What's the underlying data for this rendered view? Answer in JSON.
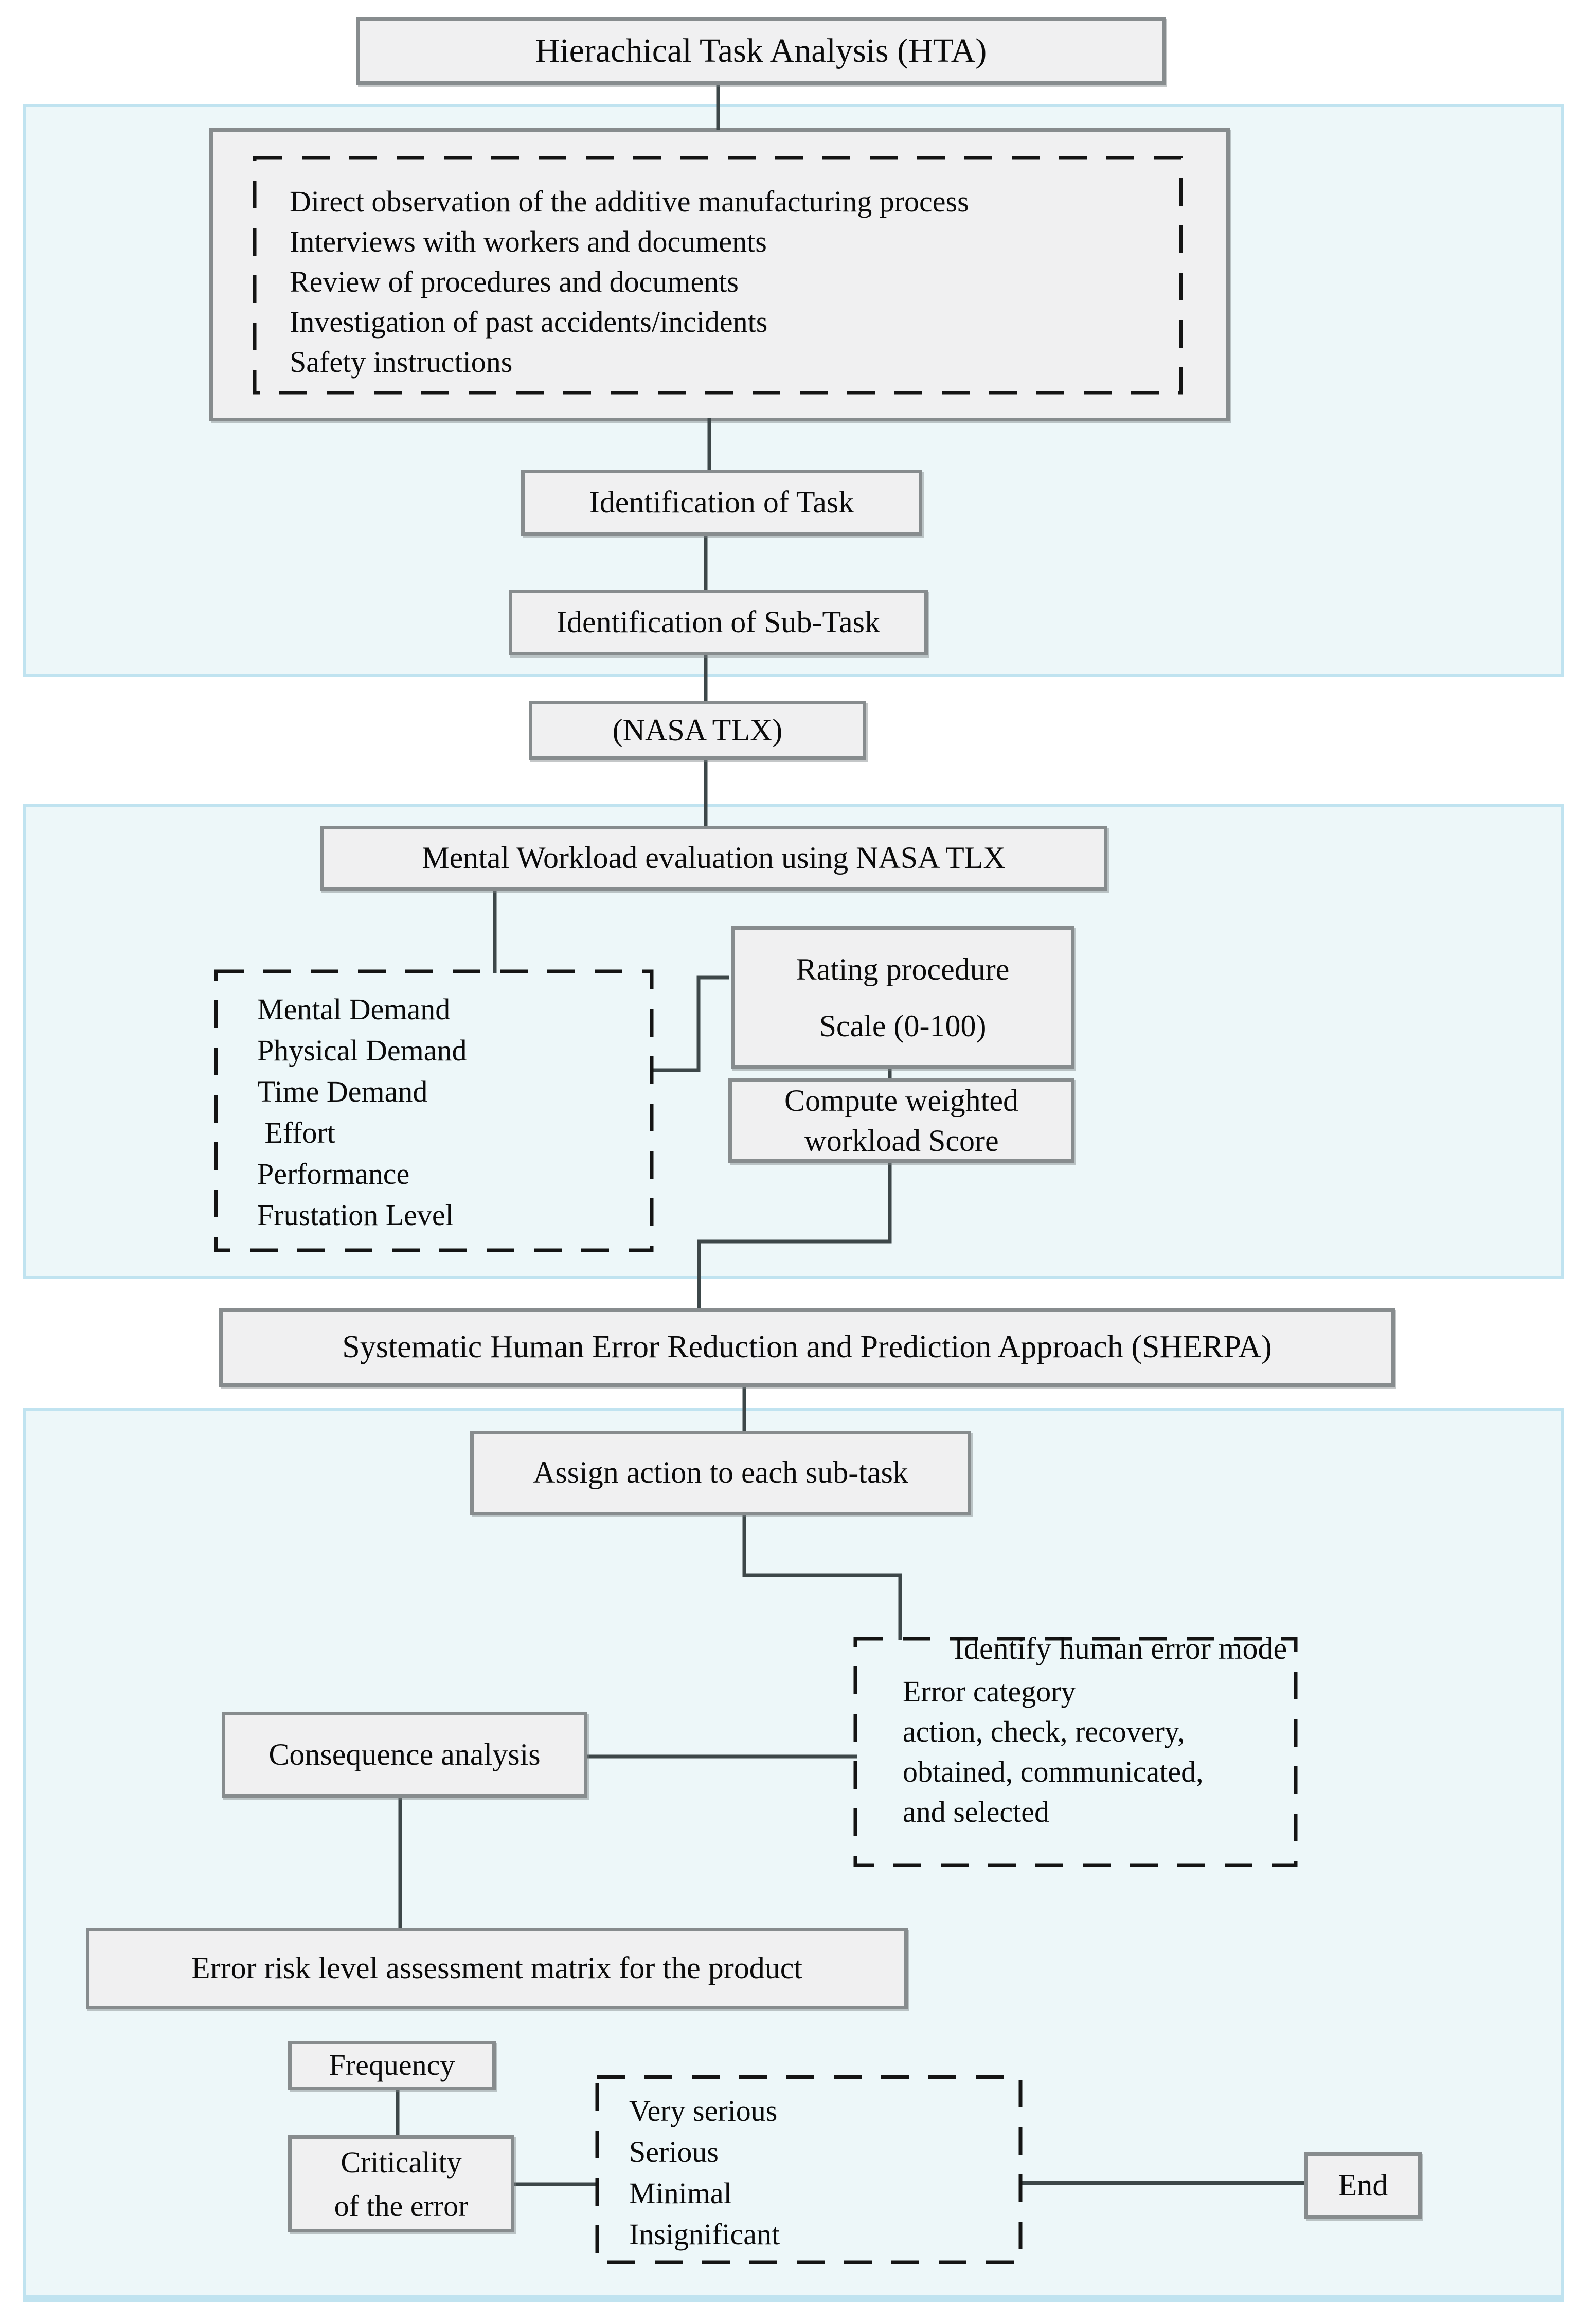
{
  "diagram": {
    "hta": "Hierachical Task Analysis (HTA)",
    "observation_items": [
      "Direct observation of the additive manufacturing process",
      "Interviews with workers and documents",
      "Review of procedures and documents",
      "Investigation of past accidents/incidents",
      "Safety instructions"
    ],
    "id_task": "Identification of Task",
    "id_subtask": "Identification of Sub-Task",
    "nasa_tlx": "(NASA TLX)",
    "mental_workload": "Mental Workload evaluation using NASA TLX",
    "rating_line1": "Rating procedure",
    "rating_line2": "Scale (0-100)",
    "demand_items": [
      "Mental Demand",
      "Physical Demand",
      "Time Demand",
      " Effort",
      "Performance",
      "Frustation Level"
    ],
    "compute_line1": "Compute weighted",
    "compute_line2": "workload Score",
    "sherpa": "Systematic Human Error Reduction and Prediction Approach (SHERPA)",
    "assign": "Assign action to each sub-task",
    "identify": "Identify human error mode",
    "error_category_items": [
      "Error category",
      "action, check, recovery,",
      "obtained, communicated,",
      "and selected"
    ],
    "consequence": "Consequence analysis",
    "risk_matrix": "Error risk level assessment matrix for the product",
    "frequency": "Frequency",
    "criticality_line1": "Criticality",
    "criticality_line2": "of the error",
    "severity_items": [
      "Very serious",
      "Serious",
      "Minimal",
      "Insignificant"
    ],
    "end_label": "End",
    "colors": {
      "panel_fill": "#edf7f9",
      "panel_border": "#c0e3f0",
      "box_fill": "#f0f0f1",
      "box_border": "#878c8e",
      "connector": "#3d4749",
      "dashed_frame": "#141414"
    }
  }
}
